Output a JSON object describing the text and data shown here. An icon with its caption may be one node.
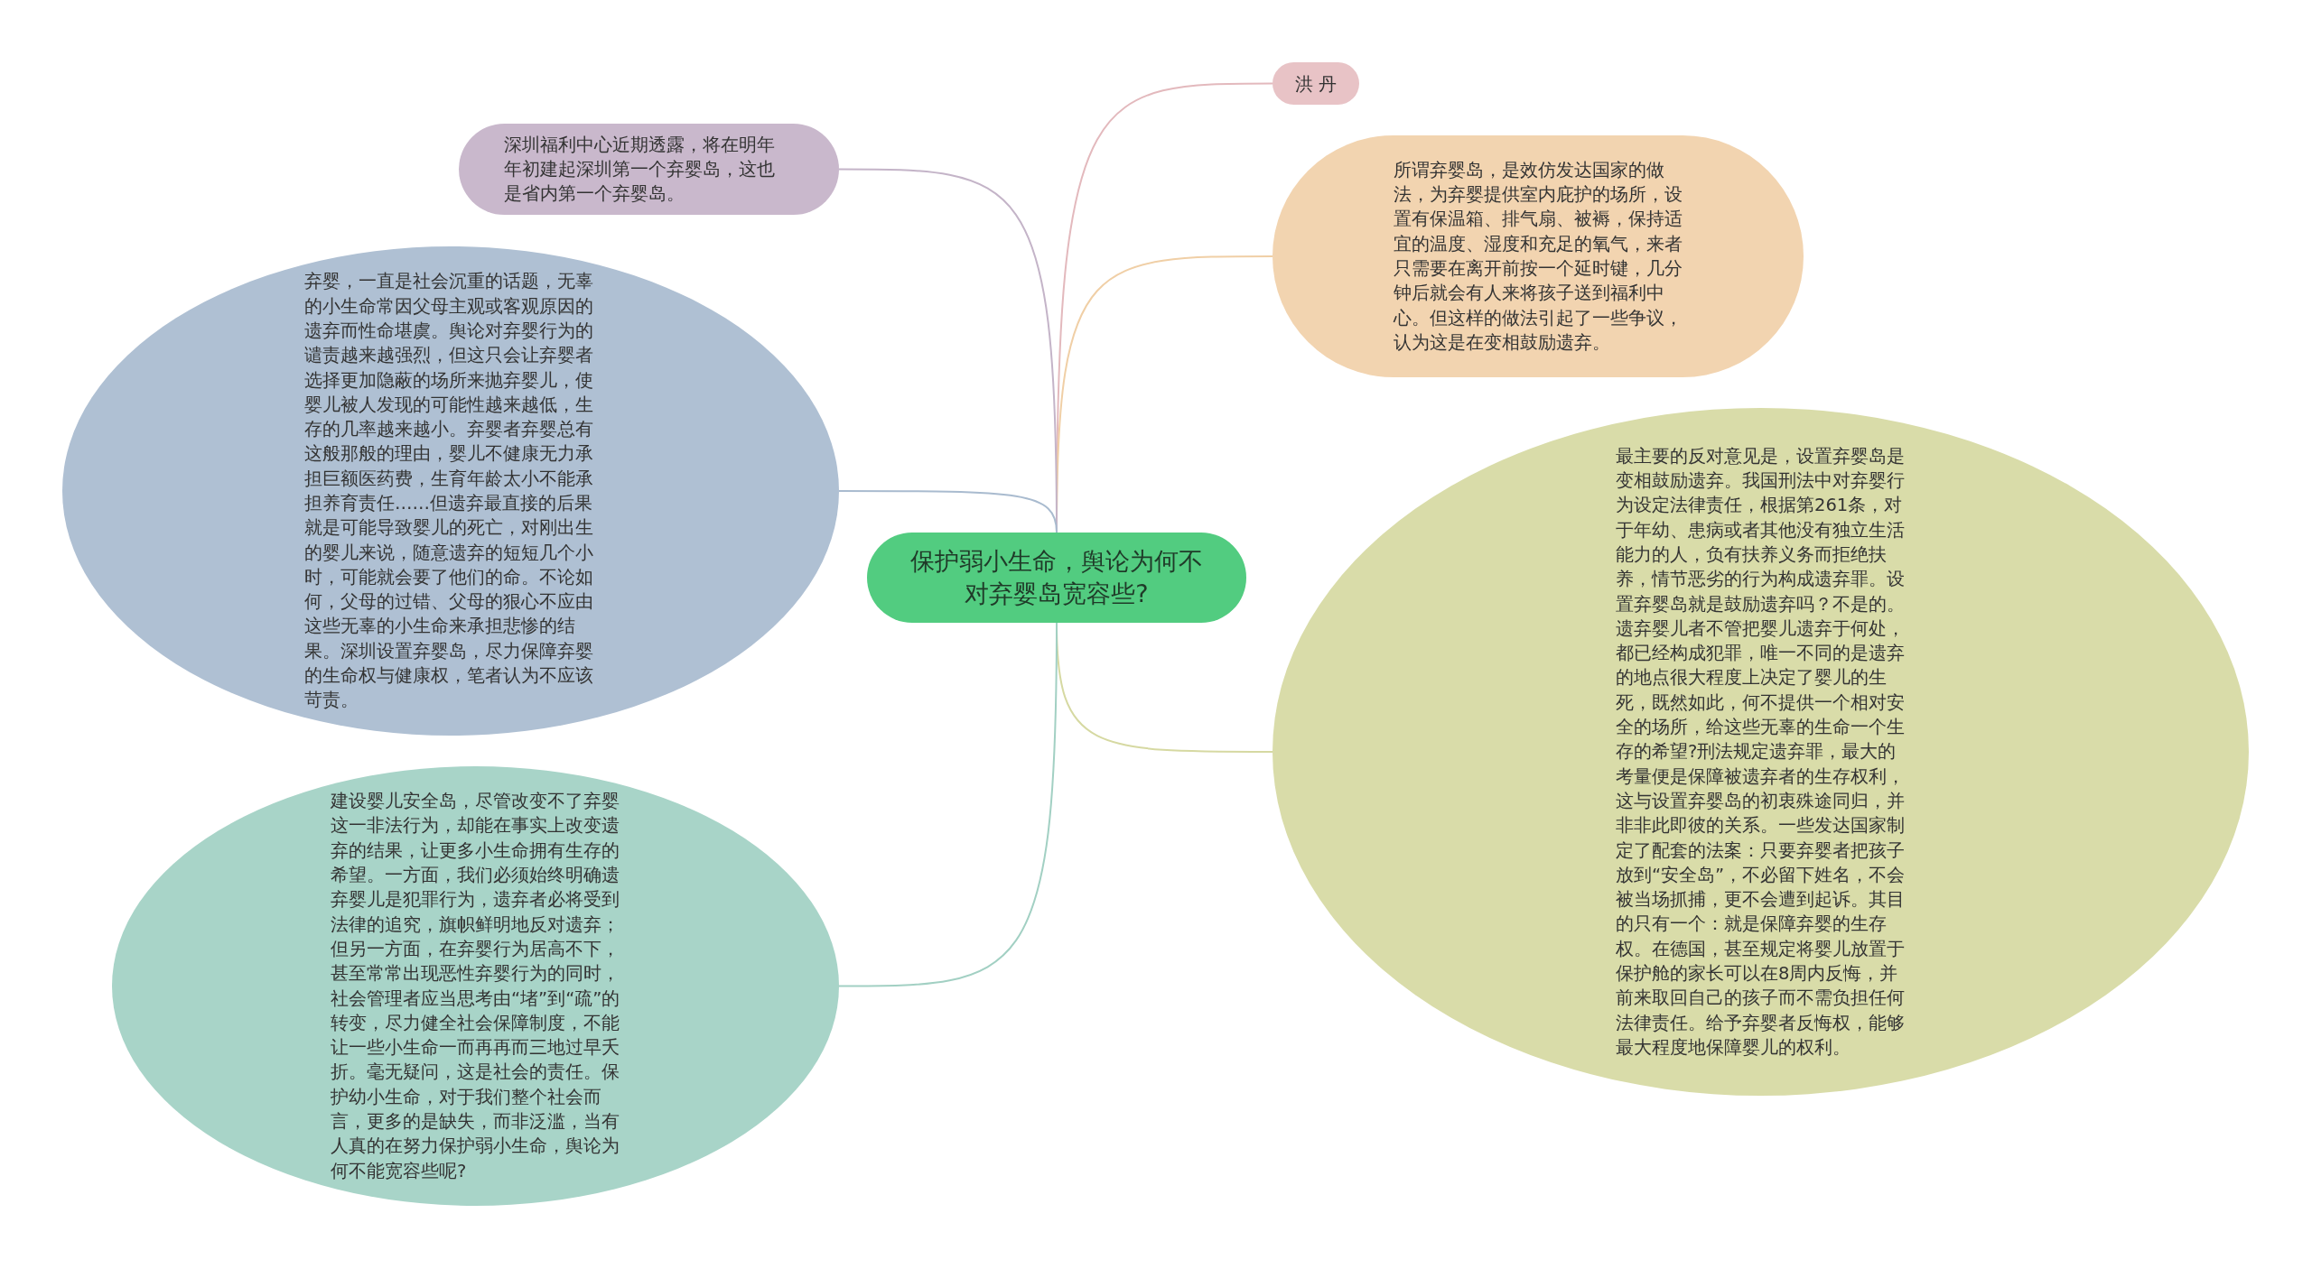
{
  "diagram": {
    "nodes": [
      {
        "text": [
          "保护弱小生命，舆论为何不对弃婴岛宽容些?"
        ]
      },
      {
        "text": [
          "洪 丹"
        ]
      },
      {
        "text": [
          "所谓弃婴岛，是效仿发达国家的做法，为弃婴提供室内庇护的场所，设置有保温箱、排气扇、被褥，保持适宜的温度、湿度和充足的氧气，来者只需要在离开前按一个延时键，几分钟后就会有人来将孩子送到福利中心。但这样的做法引起了一些争议，认为这是在变相鼓励遗弃。"
        ]
      },
      {
        "text": [
          "最主要的反对意见是，设置弃婴岛是变相鼓励遗弃。我国刑法中对弃婴行为设定法律责任，根据第261条，对于年幼、患病或者其他没有独立生活能力的人，负有扶养义务而拒绝扶养，情节恶劣的行为构成遗弃罪。设置弃婴岛就是鼓励遗弃吗？不是的。遗弃婴儿者不管把婴儿遗弃于何处，都已经构成犯罪，唯一不同的是遗弃的地点很大程度上决定了婴儿的生死，既然如此，何不提供一个相对安全的场所，给这些无辜的生命一个生存的希望?刑法规定遗弃罪，最大的考量便是保障被遗弃者的生存权利，这与设置弃婴岛的初衷殊途同归，并非非此即彼的关系。一些发达国家制定了配套的法案：只要弃婴者把孩子放到“安全岛”，不必留下姓名，不会被当场抓捕，更不会遭到起诉。其目的只有一个：就是保障弃婴的生存权。在德国，甚至规定将婴儿放置于保护舱的家长可以在8周内反悔，并前来取回自己的孩子而不需负担任何法律责任。给予弃婴者反悔权，能够最大程度地保障婴儿的权利。"
        ]
      },
      {
        "text": [
          "深圳福利中心近期透露，将在明年年初建起深圳第一个弃婴岛，这也是省内第一个弃婴岛。"
        ]
      },
      {
        "text": [
          "弃婴，一直是社会沉重的话题，无辜的小生命常因父母主观或客观原因的遗弃而性命堪虞。舆论对弃婴行为的谴责越来越强烈，但这只会让弃婴者选择更加隐蔽的场所来抛弃婴儿，使婴儿被人发现的可能性越来越低，生存的几率越来越小。弃婴者弃婴总有这般那般的理由，婴儿不健康无力承担巨额医药费，生育年龄太小不能承担养育责任……但遗弃最直接的后果就是可能导致婴儿的死亡，对刚出生的婴儿来说，随意遗弃的短短几个小时，可能就会要了他们的命。不论如何，父母的过错、父母的狠心不应由这些无辜的小生命来承担悲惨的结果。深圳设置弃婴岛，尽力保障弃婴的生命权与健康权，笔者认为不应该苛责。"
        ]
      },
      {
        "text": [
          "建设婴儿安全岛，尽管改变不了弃婴这一非法行为，却能在事实上改变遗弃的结果，让更多小生命拥有生存的希望。一方面，我们必须始终明确遗弃婴儿是犯罪行为，遗弃者必将受到法律的追究，旗帜鲜明地反对遗弃；但另一方面，在弃婴行为居高不下，甚至常常出现恶性弃婴行为的同时，社会管理者应当思考由“堵”到“疏”的转变，尽力健全社会保障制度，不能让一些小生命一而再再而三地过早夭折。毫无疑问，这是社会的责任。保护幼小生命，对于我们整个社会而言，更多的是缺失，而非泛滥，当有人真的在努力保护弱小生命，舆论为何不能宽容些呢?"
        ]
      }
    ],
    "edges": [
      {
        "from": 0,
        "to": 1,
        "arrow": "none",
        "color": "#e3b9bd"
      },
      {
        "from": 0,
        "to": 2,
        "arrow": "none",
        "color": "#f0cfa6"
      },
      {
        "from": 0,
        "to": 3,
        "arrow": "none",
        "color": "#d6d9a2"
      },
      {
        "from": 0,
        "to": 4,
        "arrow": "none",
        "color": "#c4b4c8"
      },
      {
        "from": 0,
        "to": 5,
        "arrow": "none",
        "color": "#a9bbcf"
      },
      {
        "from": 0,
        "to": 6,
        "arrow": "none",
        "color": "#a2d0c3"
      }
    ]
  }
}
